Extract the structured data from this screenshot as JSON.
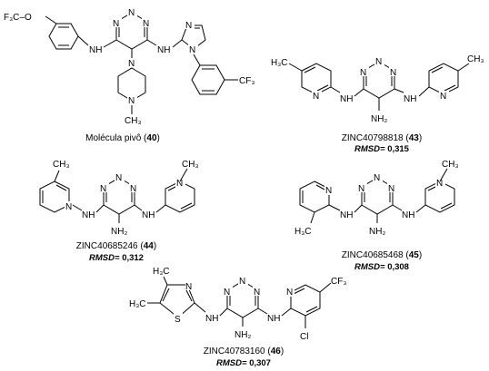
{
  "atoms": {
    "n": "N",
    "nh": "NH",
    "nh2": "NH₂",
    "ch3": "CH₃",
    "h3c": "H₃C",
    "cf3": "CF₃",
    "f3co": "F₃C–O",
    "s": "S",
    "cl": "Cl"
  },
  "molecules": [
    {
      "id": "pivot",
      "caption": "Molécula pivô",
      "number": "40",
      "rmsd_label": "",
      "rmsd_value": ""
    },
    {
      "id": "m43",
      "caption": "ZINC40798818",
      "number": "43",
      "rmsd_label": "RMSD=",
      "rmsd_value": "0,315"
    },
    {
      "id": "m44",
      "caption": "ZINC40685246",
      "number": "44",
      "rmsd_label": "RMSD=",
      "rmsd_value": "0,312"
    },
    {
      "id": "m45",
      "caption": "ZINC40685468",
      "number": "45",
      "rmsd_label": "RMSD=",
      "rmsd_value": "0,308"
    },
    {
      "id": "m46",
      "caption": "ZINC40783160",
      "number": "46",
      "rmsd_label": "RMSD=",
      "rmsd_value": "0,307"
    }
  ]
}
